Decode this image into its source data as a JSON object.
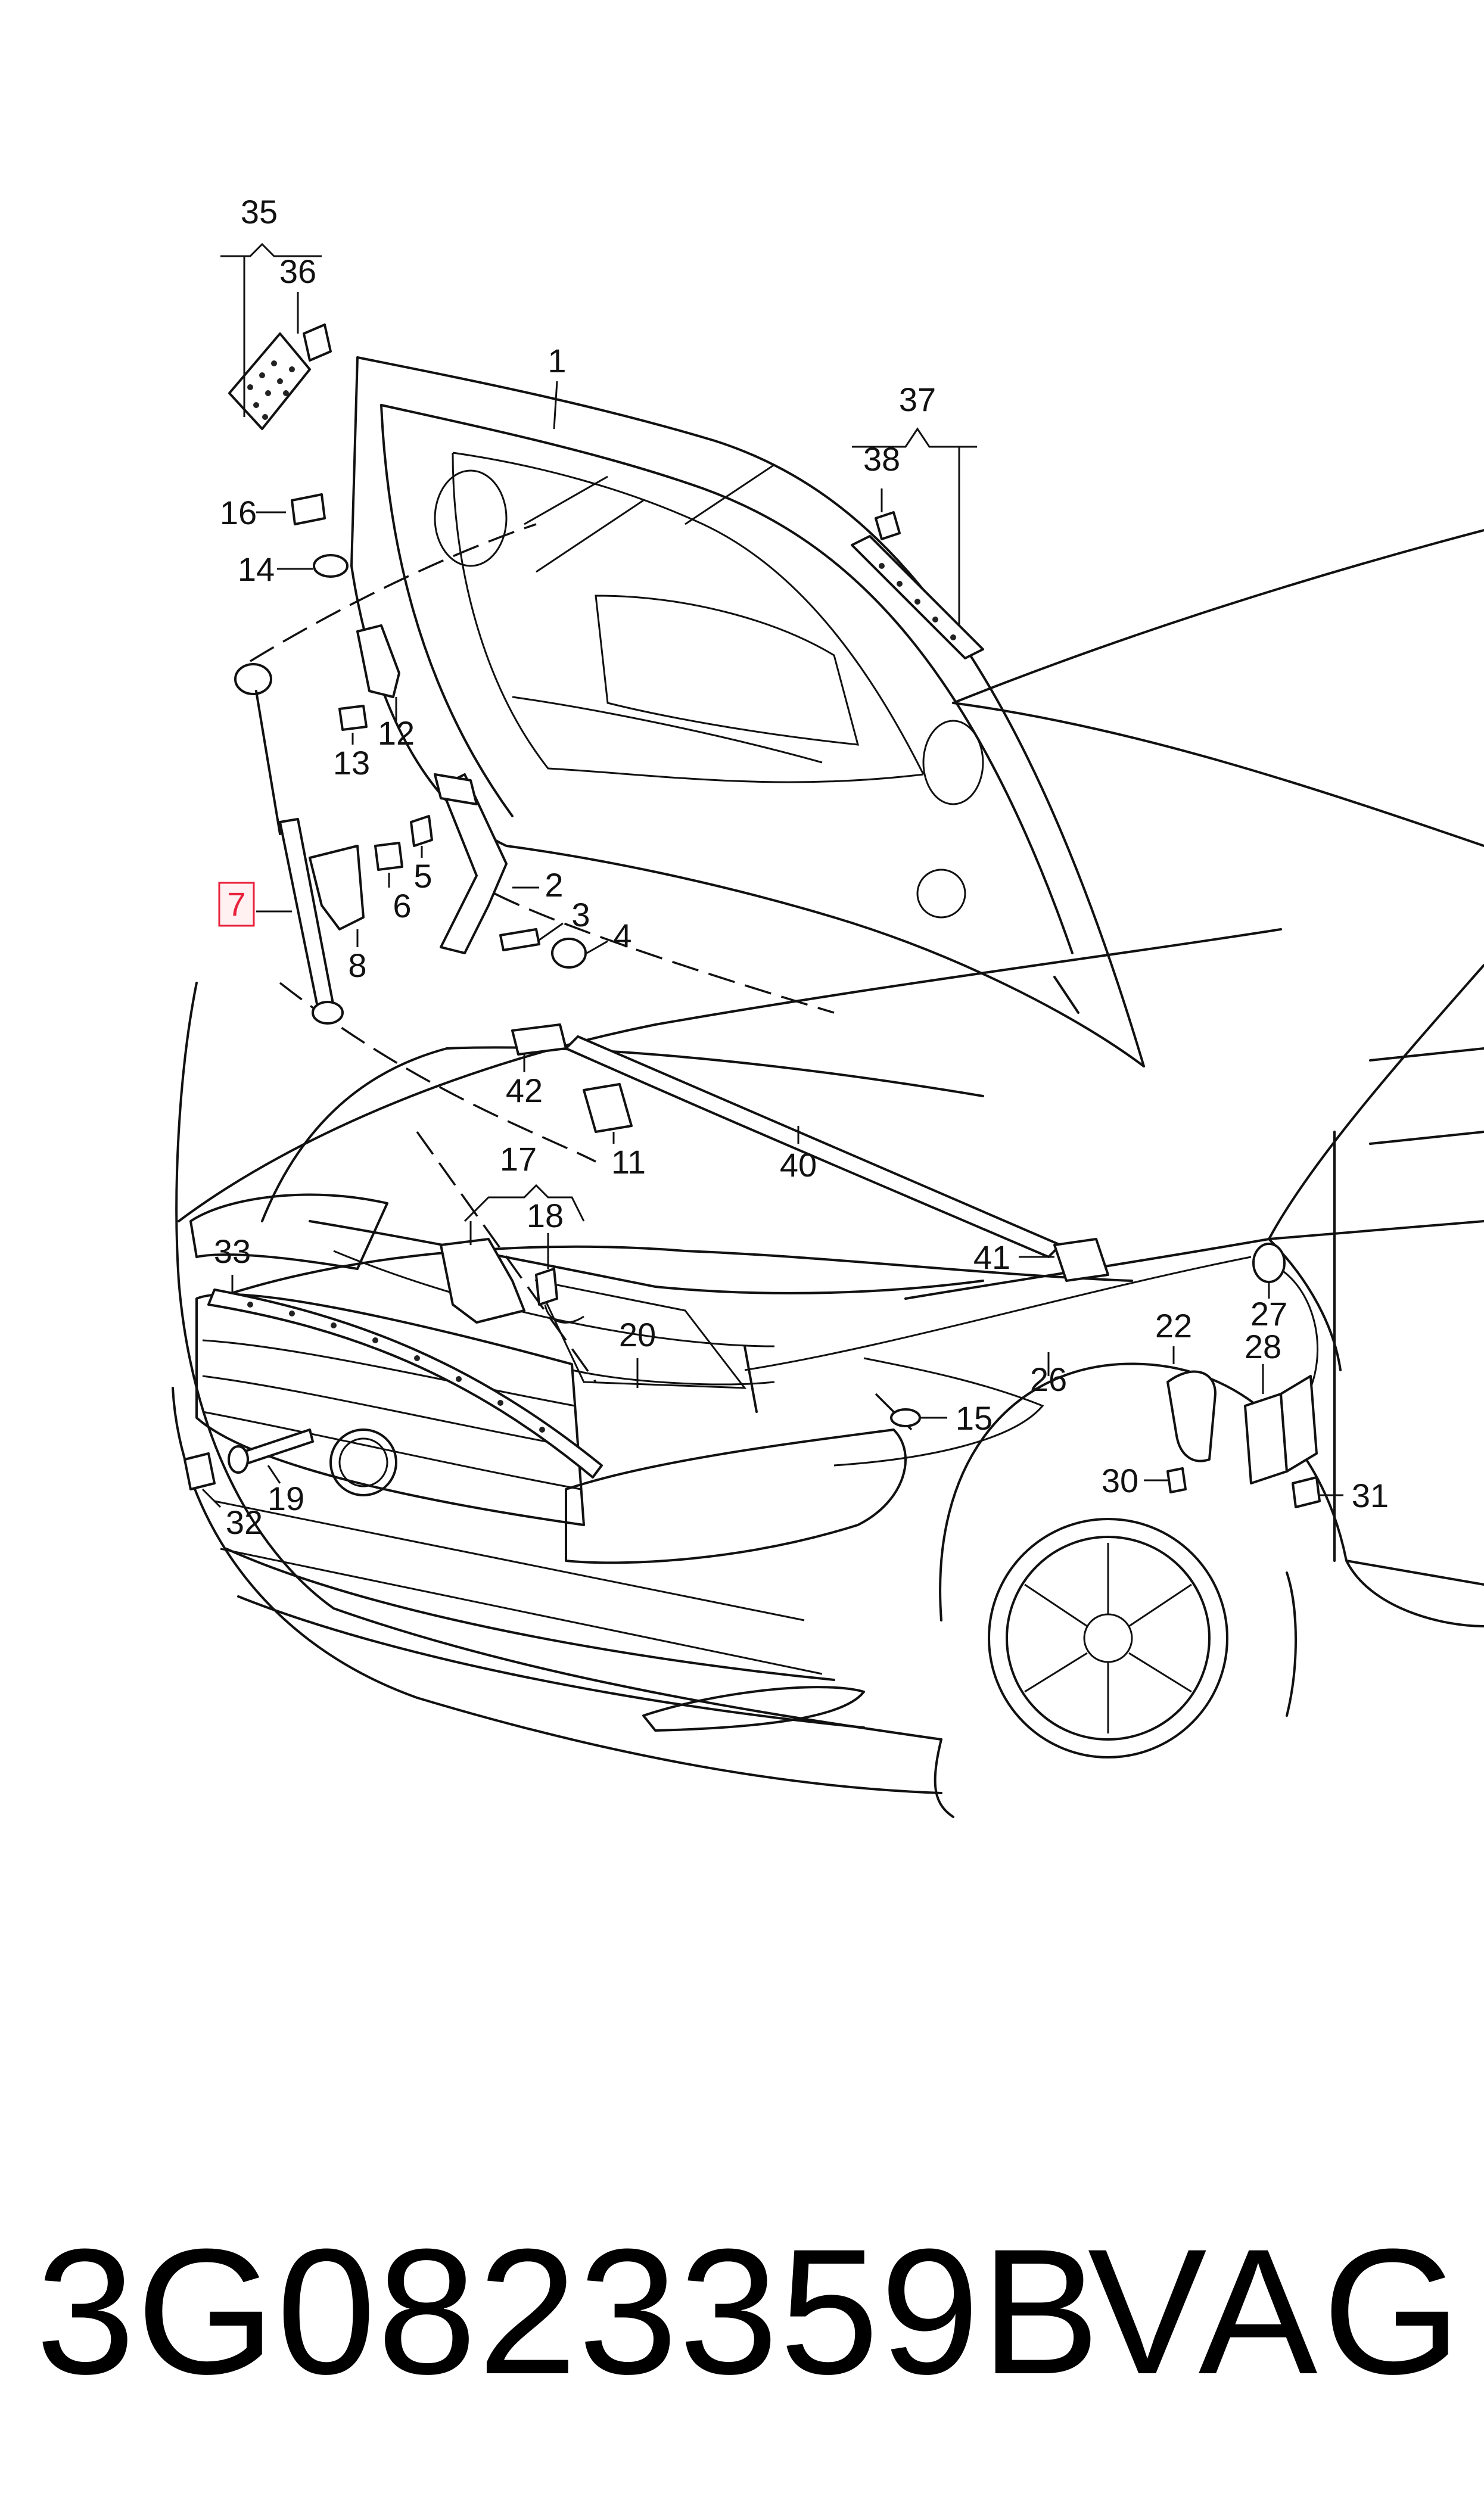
{
  "diagram": {
    "callouts": [
      "1",
      "2",
      "3",
      "4",
      "5",
      "6",
      "7",
      "8",
      "11",
      "12",
      "13",
      "14",
      "15",
      "16",
      "17",
      "18",
      "19",
      "20",
      "22",
      "26",
      "27",
      "28",
      "30",
      "31",
      "32",
      "33",
      "35",
      "36",
      "37",
      "38",
      "40",
      "41",
      "42"
    ],
    "highlighted_callout": "7",
    "highlight_color": "#e8213a"
  },
  "footer": {
    "part_number": "3G0823359B",
    "brand": "VAG"
  }
}
